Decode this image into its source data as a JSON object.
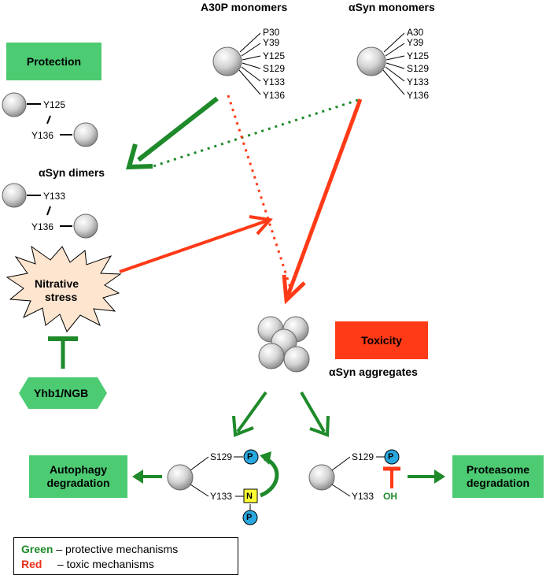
{
  "headers": {
    "a30p": "A30P monomers",
    "asyn": "αSyn monomers"
  },
  "a30p_residues": [
    "P30",
    "Y39",
    "Y125",
    "S129",
    "Y133",
    "Y136"
  ],
  "asyn_residues": [
    "A30",
    "Y39",
    "Y125",
    "S129",
    "Y133",
    "Y136"
  ],
  "protection": "Protection",
  "dimers_label": "αSyn dimers",
  "dimer1": {
    "top": "Y125",
    "bottom": "Y136"
  },
  "dimer2": {
    "top": "Y133",
    "bottom": "Y136"
  },
  "stress": {
    "line1": "Nitrative",
    "line2": "stress"
  },
  "yhb1": "Yhb1/NGB",
  "toxicity": "Toxicity",
  "aggregates_label": "αSyn aggregates",
  "left_mono": {
    "s129": "S129",
    "y133": "Y133",
    "p": "P",
    "n": "N"
  },
  "right_mono": {
    "s129": "S129",
    "y133": "Y133",
    "p": "P",
    "oh": "OH"
  },
  "autophagy": {
    "line1": "Autophagy",
    "line2": "degradation"
  },
  "proteasome": {
    "line1": "Proteasome",
    "line2": "degradation"
  },
  "legend": {
    "green_word": "Green",
    "green_text": " – protective mechanisms",
    "red_word": "Red",
    "red_text": "     – toxic mechanisms"
  },
  "colors": {
    "green": "#1e8a2a",
    "red": "#ff3a17",
    "box_green": "#4ccb73",
    "phospho": "#29a8e0",
    "nitro": "#ffff33",
    "stress_fill": "#fde5cf"
  }
}
